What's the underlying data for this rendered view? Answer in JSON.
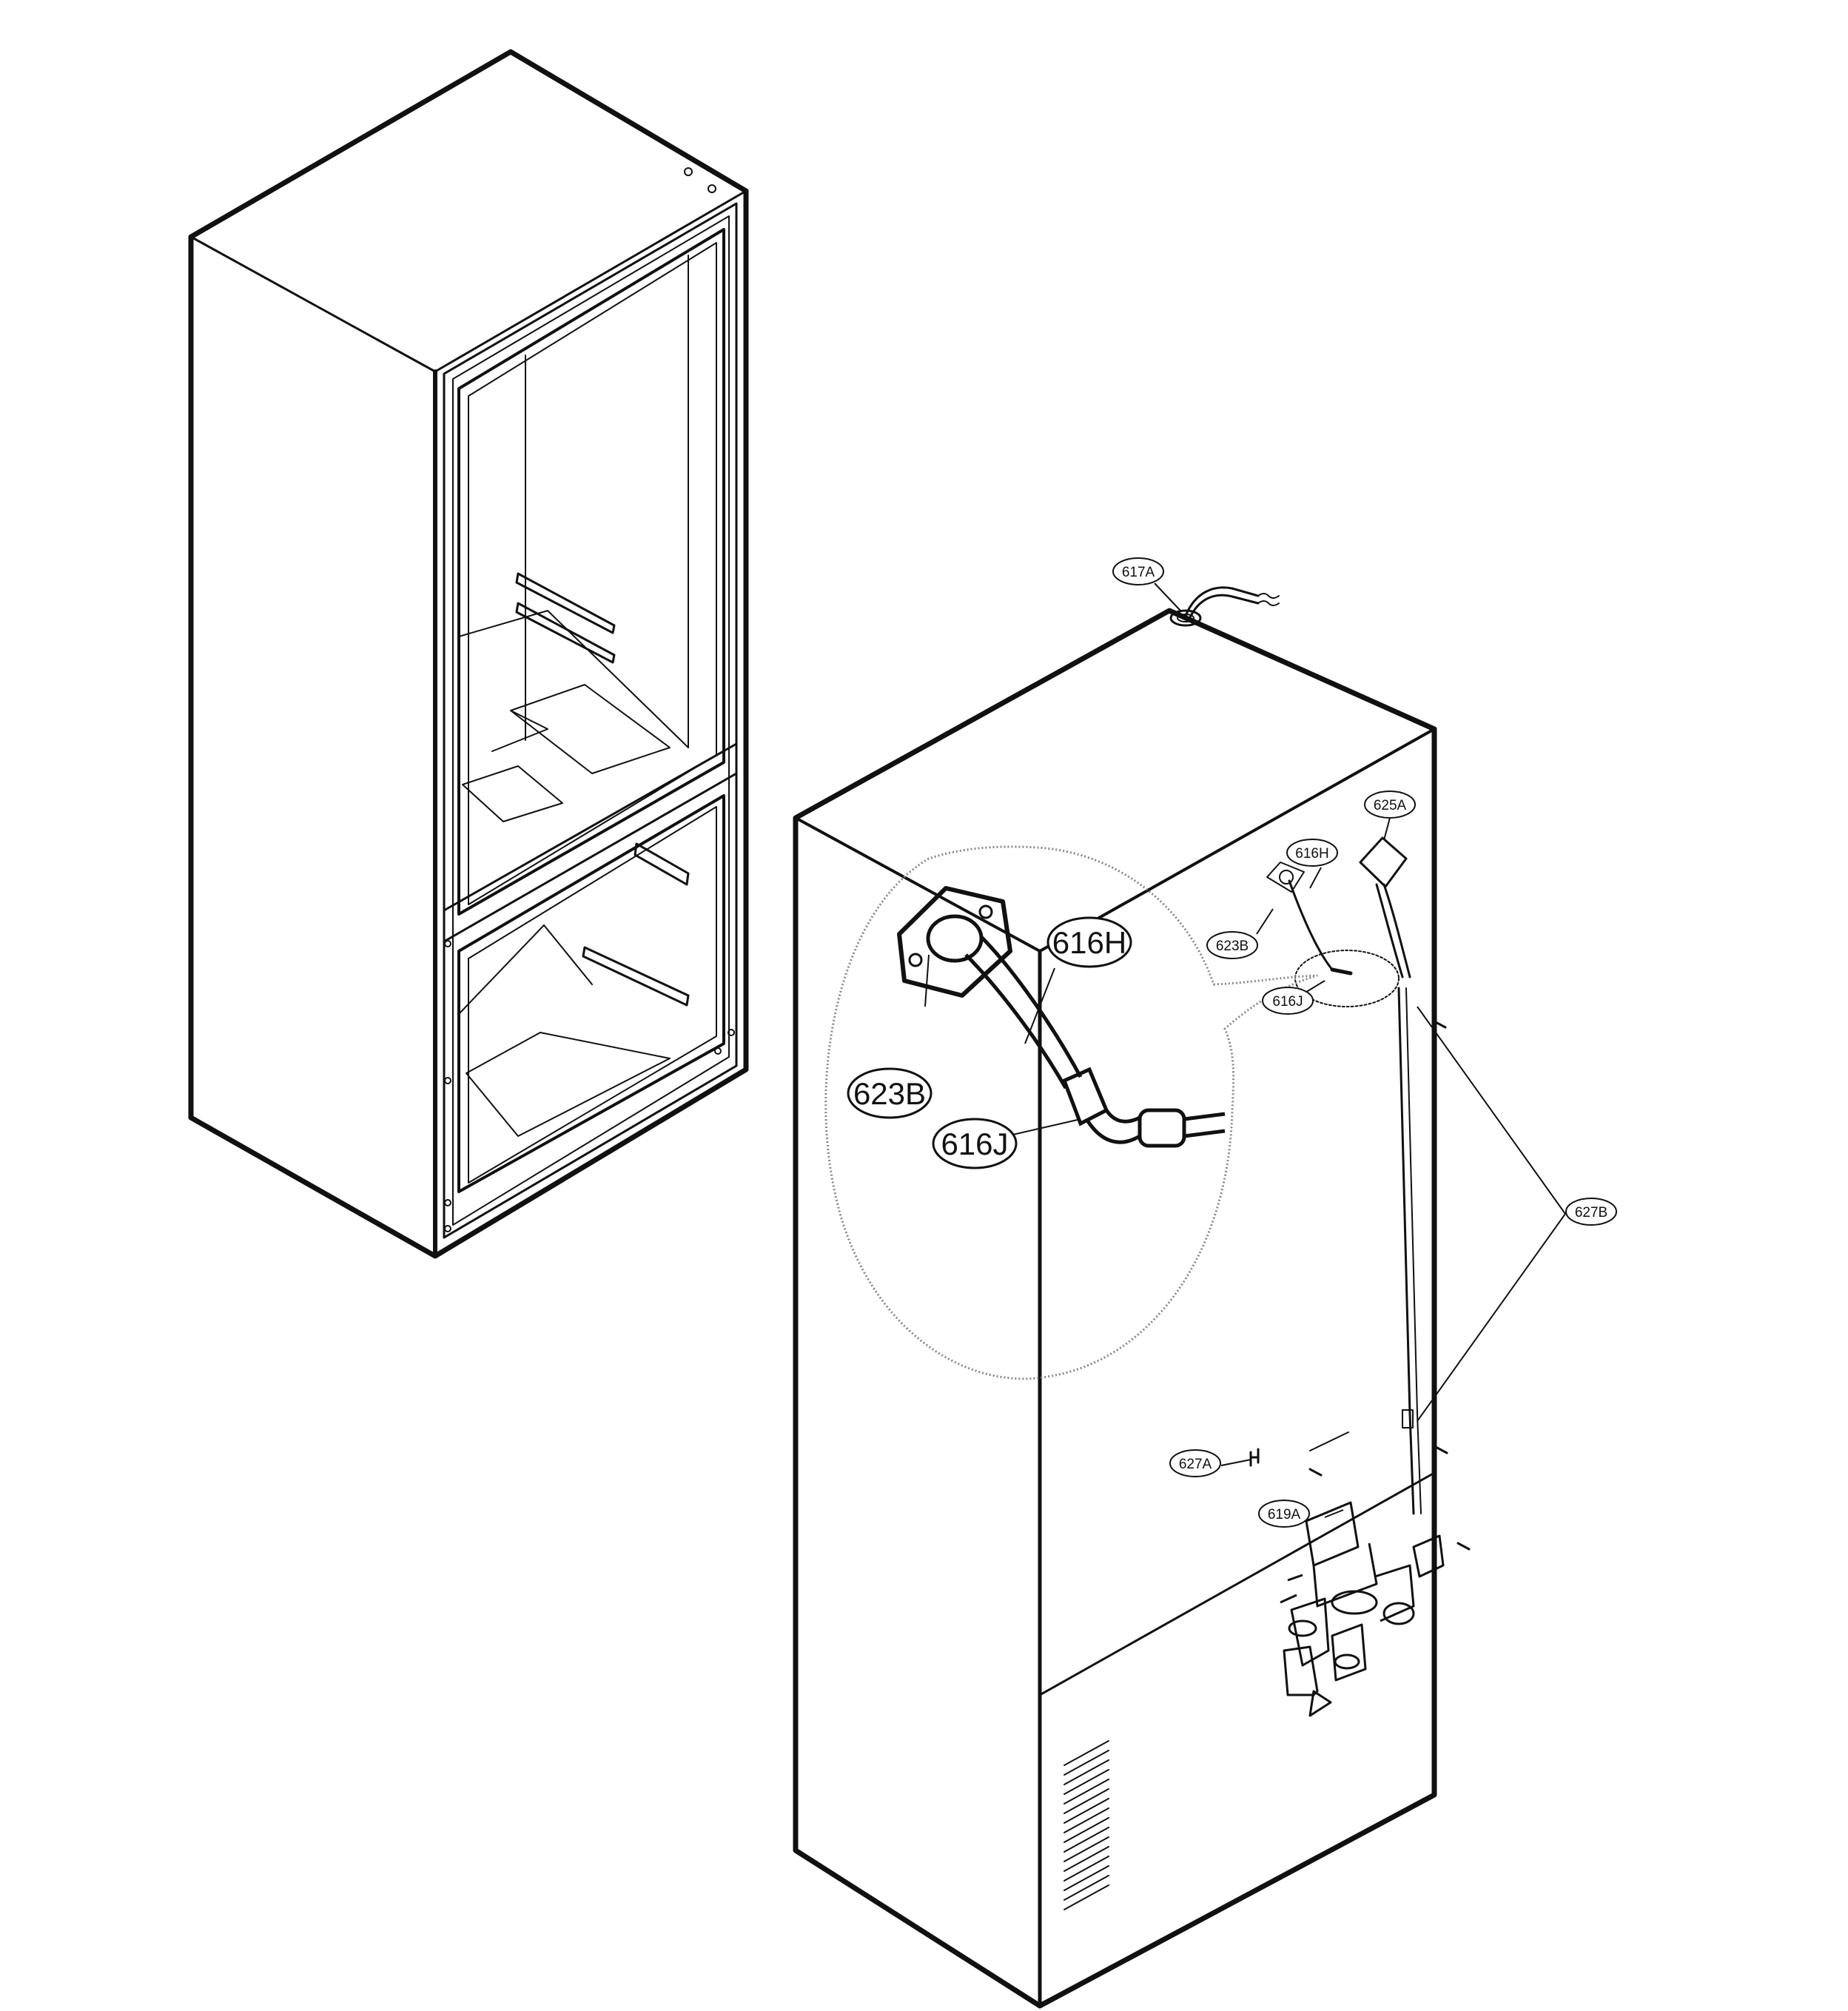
{
  "callouts": {
    "c617A": "617A",
    "c625A": "625A",
    "c616H": "616H",
    "c623B": "623B",
    "c616J": "616J",
    "c627B": "627B",
    "c627A": "627A",
    "c619A": "619A"
  },
  "detail_callouts": {
    "d616H": "616H",
    "d623B": "623B",
    "d616J": "616J"
  },
  "colors": {
    "line": "#111111",
    "detail_outline": "#888888",
    "background": "#ffffff"
  }
}
